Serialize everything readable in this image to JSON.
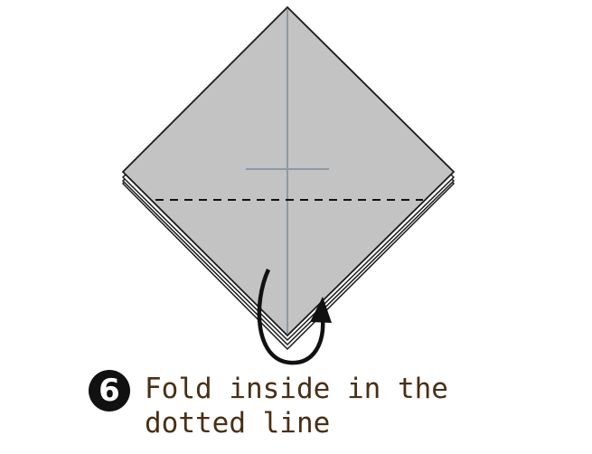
{
  "step": {
    "number": "6",
    "instruction_lines": [
      "Fold inside in the",
      "dotted line"
    ]
  },
  "colors": {
    "paper_fill": "#c3c3c3",
    "outline": "#1a1a1a",
    "crease": "#8e9aa3",
    "fold_line": "#111111",
    "arrow": "#111111",
    "text": "#4a2f14"
  },
  "icons": {
    "fold_arrow": "curved-fold-arrow-icon"
  }
}
